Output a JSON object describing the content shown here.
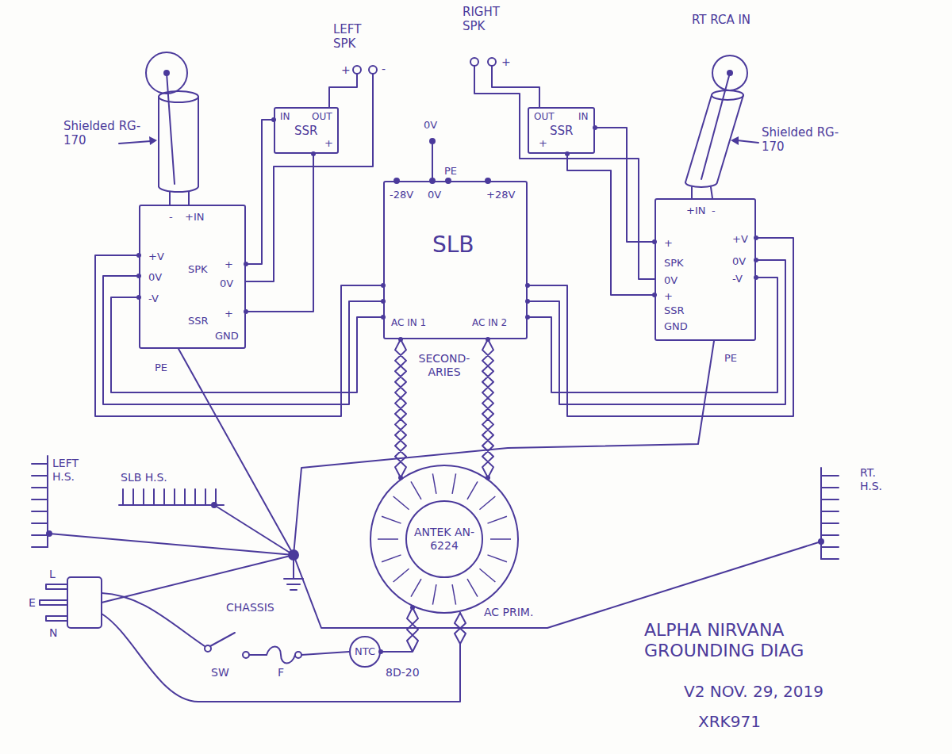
{
  "diagram": {
    "title": "ALPHA NIRVANA GROUNDING DIAG",
    "nodes": [
      {
        "text": [
          "IN",
          "OUT",
          "SSR",
          "+"
        ]
      },
      {
        "text": [
          "OUT",
          "IN",
          "SSR",
          "+"
        ]
      },
      {
        "text": [
          "PE",
          "-28V",
          "0V",
          "+28V",
          "SLB",
          "AC IN 1",
          "AC IN 2"
        ]
      },
      {
        "text": [
          "-",
          "+IN",
          "+V",
          "0V",
          "-V",
          "SPK",
          "+",
          "0V",
          "+",
          "SSR",
          "GND",
          "PE"
        ]
      },
      {
        "text": [
          "+IN",
          "-",
          "+",
          "SPK",
          "0V",
          "+",
          "SSR",
          "GND",
          "+V",
          "0V",
          "-V",
          "PE"
        ]
      },
      {
        "text": [
          "ANTEK AN-6224"
        ]
      },
      {
        "text": [
          "NTC"
        ]
      }
    ],
    "edges": [
      {
        "from": 3,
        "to": 0,
        "arrow": "none"
      },
      {
        "from": 3,
        "to": 0,
        "arrow": "none"
      },
      {
        "from": 4,
        "to": 1,
        "arrow": "none"
      },
      {
        "from": 4,
        "to": 1,
        "arrow": "none"
      },
      {
        "from": 2,
        "to": 3,
        "arrow": "none"
      },
      {
        "from": 2,
        "to": 3,
        "arrow": "none"
      },
      {
        "from": 2,
        "to": 3,
        "arrow": "none"
      },
      {
        "from": 2,
        "to": 4,
        "arrow": "none"
      },
      {
        "from": 2,
        "to": 4,
        "arrow": "none"
      },
      {
        "from": 2,
        "to": 4,
        "arrow": "none"
      },
      {
        "from": 5,
        "to": 2,
        "arrow": "none"
      },
      {
        "from": 5,
        "to": 2,
        "arrow": "none"
      },
      {
        "from": 6,
        "to": 5,
        "arrow": "none"
      }
    ],
    "labels": [
      "Shielded RG-170",
      "LEFT SPK",
      "+",
      "-",
      "0V",
      "RIGHT SPK",
      "+",
      "RT RCA IN",
      "Shielded RG-170",
      "SECOND- ARIES",
      "LEFT H.S.",
      "SLB H.S.",
      "RT. H.S.",
      "CHASSIS",
      "AC PRIM.",
      "L",
      "E",
      "N",
      "SW",
      "F",
      "8D-20",
      "V2 NOV. 29, 2019",
      "XRK971"
    ]
  }
}
